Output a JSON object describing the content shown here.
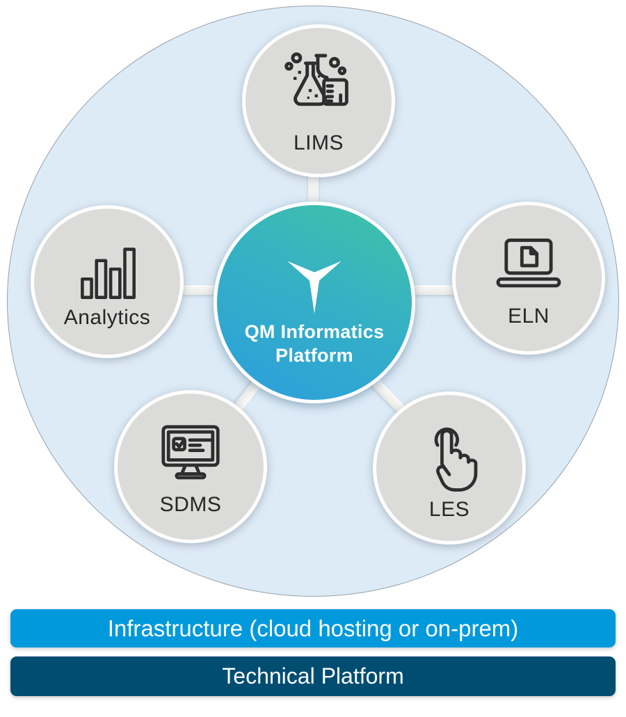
{
  "diagram": {
    "type": "hub-and-spoke",
    "background_circle_color": "#ddebf7",
    "hub": {
      "title": "QM Informatics Platform",
      "logo": "tri-star-logo",
      "gradient_start": "#41c3a5",
      "gradient_end": "#2b9edd"
    },
    "nodes": [
      {
        "id": "lims",
        "label": "LIMS",
        "icon": "lab-flasks-icon",
        "position": "top"
      },
      {
        "id": "eln",
        "label": "ELN",
        "icon": "laptop-document-icon",
        "position": "right"
      },
      {
        "id": "analytics",
        "label": "Analytics",
        "icon": "bar-chart-icon",
        "position": "left"
      },
      {
        "id": "sdms",
        "label": "SDMS",
        "icon": "monitor-checklist-icon",
        "position": "bottom-left"
      },
      {
        "id": "les",
        "label": "LES",
        "icon": "touch-gesture-icon",
        "position": "bottom-right"
      }
    ],
    "node_fill_color": "#dbdbd9",
    "bars": [
      {
        "id": "infrastructure",
        "label": "Infrastructure (cloud hosting or on-prem)",
        "color": "#0099dc"
      },
      {
        "id": "technical-platform",
        "label": "Technical Platform",
        "color": "#004d72"
      }
    ]
  }
}
